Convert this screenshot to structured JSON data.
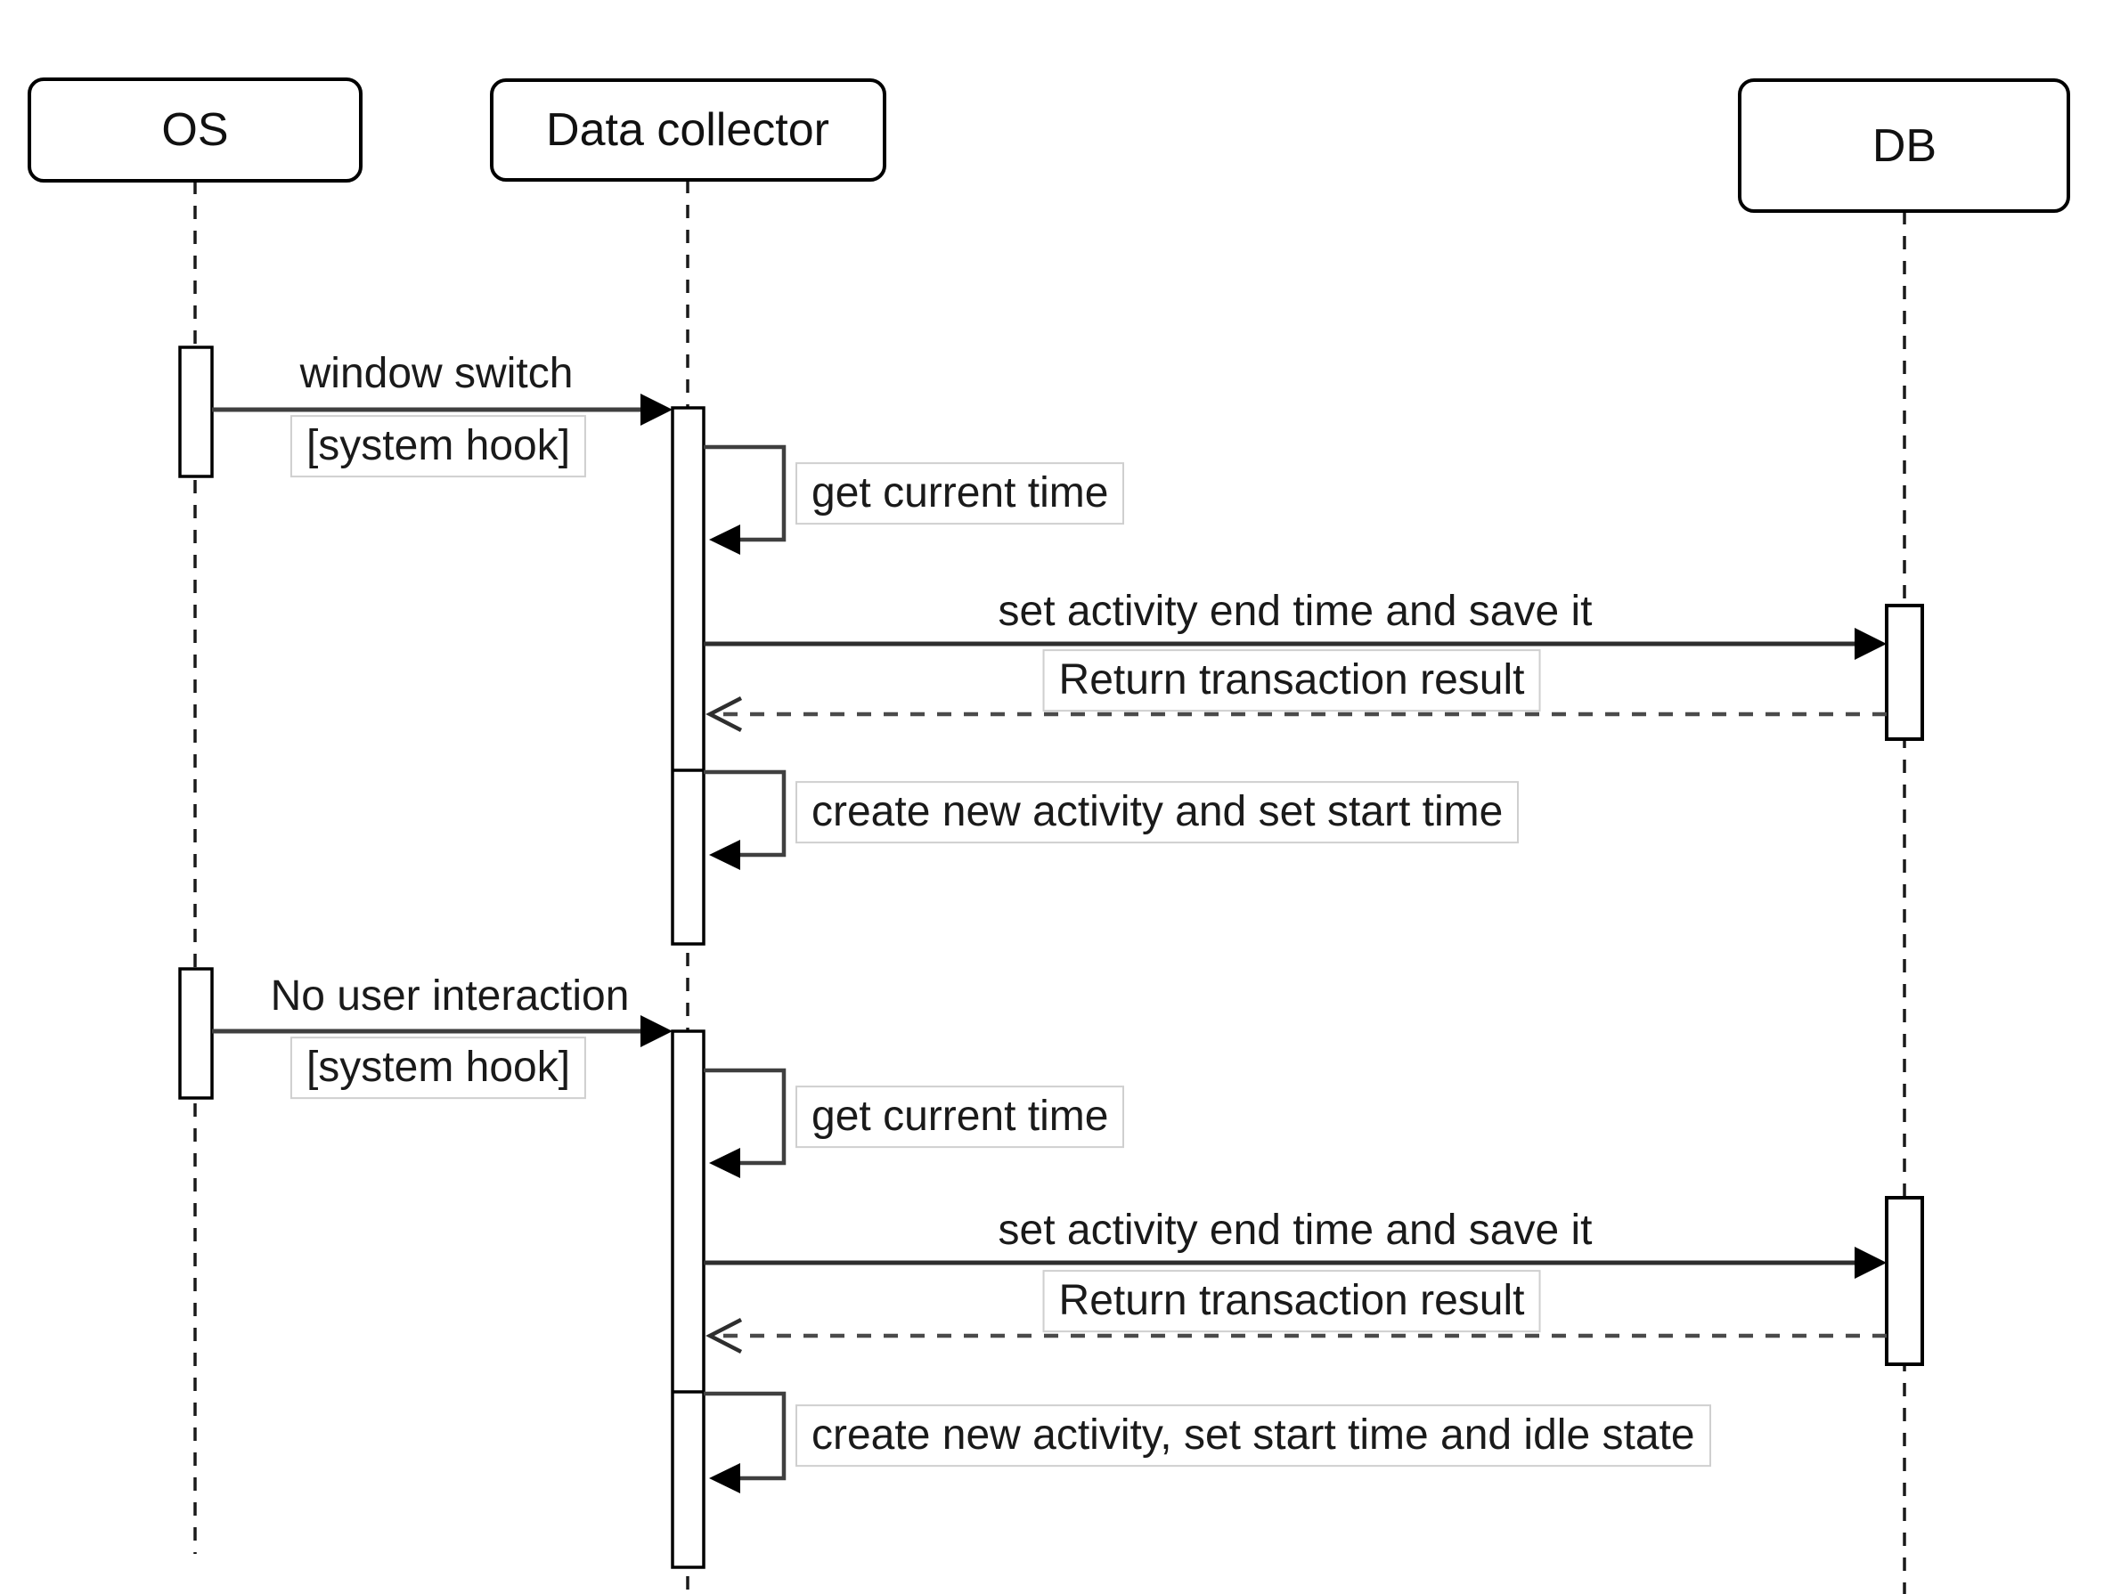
{
  "diagram_type": "uml-sequence-diagram",
  "colors": {
    "background": "#ffffff",
    "line": "#3f3f3f",
    "text": "#1a1a1a",
    "label_border": "#cfcfcf"
  },
  "actors": [
    {
      "name": "OS"
    },
    {
      "name": "Data collector"
    },
    {
      "name": "DB"
    }
  ],
  "messages": [
    {
      "from": "OS",
      "to": "Data collector",
      "type": "sync",
      "label_line1": "window switch",
      "label_line2": "[system hook]"
    },
    {
      "from": "Data collector",
      "to": "Data collector",
      "type": "self",
      "label": "get current time"
    },
    {
      "from": "Data collector",
      "to": "DB",
      "type": "sync",
      "label": "set activity end time and save it"
    },
    {
      "from": "DB",
      "to": "Data collector",
      "type": "return",
      "label": "Return transaction result"
    },
    {
      "from": "Data collector",
      "to": "Data collector",
      "type": "self",
      "label": "create new activity and set start time"
    },
    {
      "from": "OS",
      "to": "Data collector",
      "type": "sync",
      "label_line1": "No user interaction",
      "label_line2": "[system hook]"
    },
    {
      "from": "Data collector",
      "to": "Data collector",
      "type": "self",
      "label": "get current time"
    },
    {
      "from": "Data collector",
      "to": "DB",
      "type": "sync",
      "label": "set activity end time and save it"
    },
    {
      "from": "DB",
      "to": "Data collector",
      "type": "return",
      "label": "Return transaction result"
    },
    {
      "from": "Data collector",
      "to": "Data collector",
      "type": "self",
      "label": "create new activity, set start time and idle state"
    }
  ]
}
